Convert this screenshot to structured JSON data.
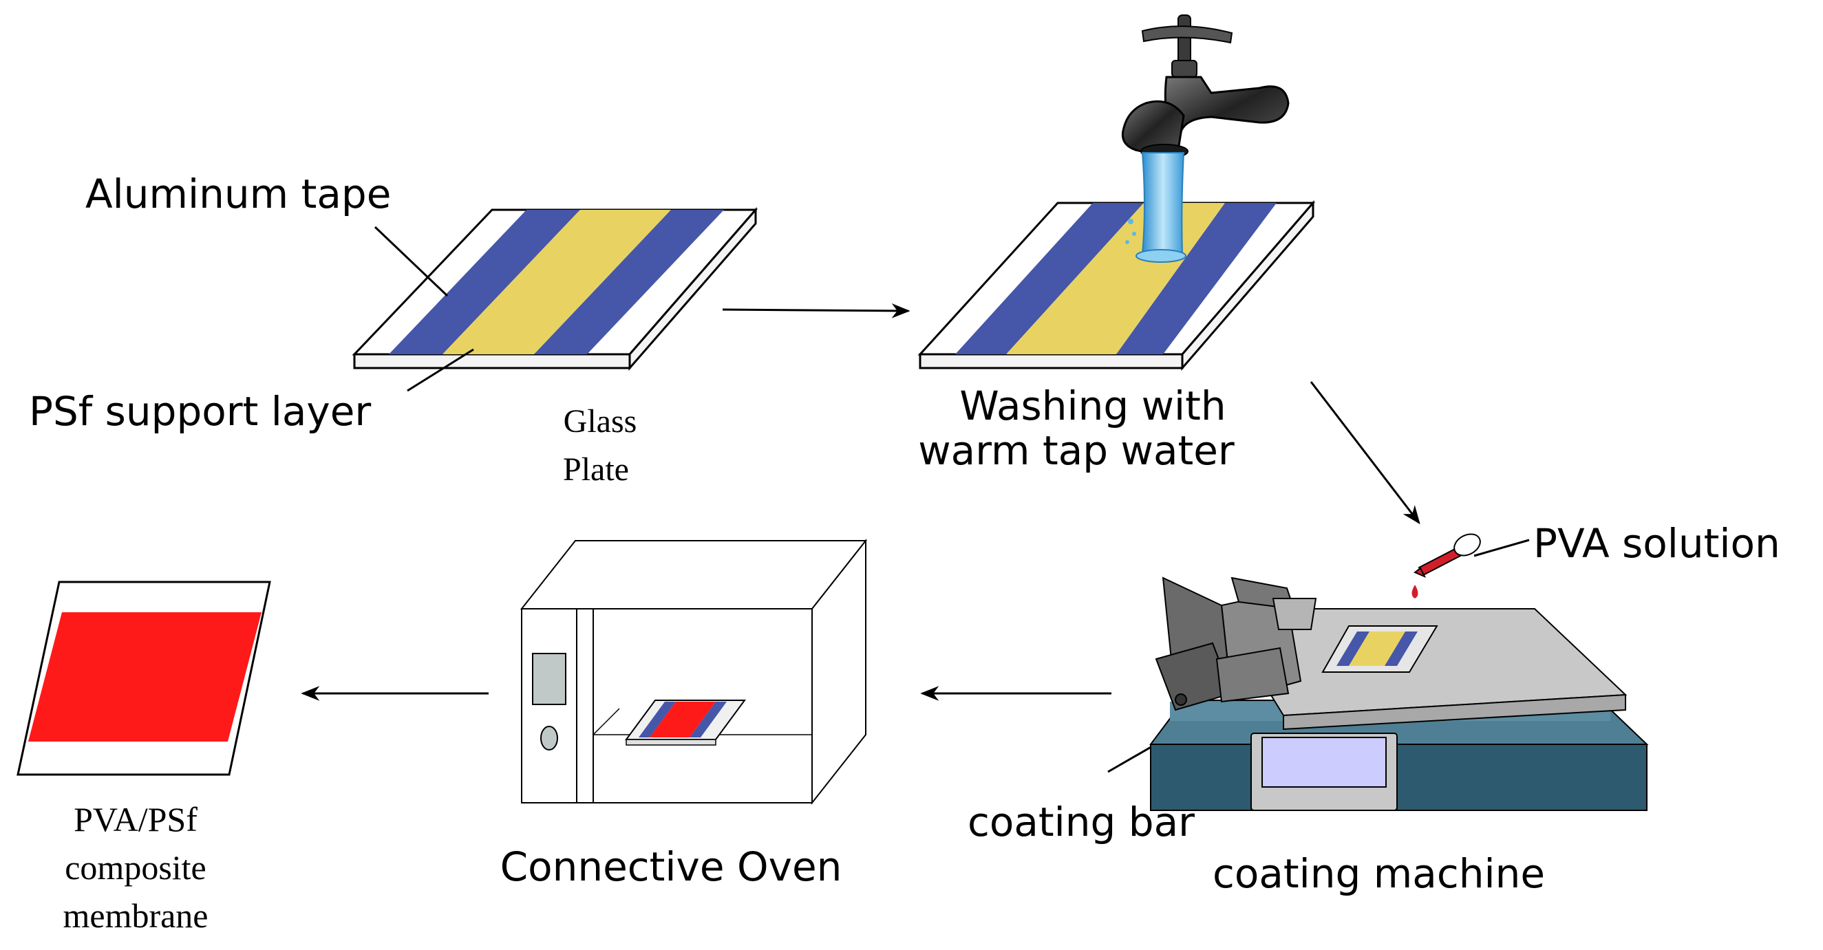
{
  "labels": {
    "aluminum_tape": "Aluminum tape",
    "psf_support_layer": "PSf support layer",
    "glass": "Glass",
    "plate": "Plate",
    "washing_line1": "Washing with",
    "washing_line2": "warm tap water",
    "pva_solution": "PVA solution",
    "coating_bar": "coating bar",
    "coating_machine": "coating machine",
    "connective_oven": "Connective Oven",
    "product_line1": "PVA/PSf",
    "product_line2": "composite",
    "product_line3": "membrane"
  },
  "colors": {
    "tape_blue": "#4656A8",
    "psf_yellow": "#E8D362",
    "pva_red": "#FF1A1A",
    "water_blue": "#5BB8E8",
    "machine_teal": "#4F7F94",
    "machine_gray": "#C8C8C8",
    "outline": "#000000"
  },
  "icons": {
    "faucet": "faucet-icon",
    "dropper": "dropper-icon",
    "oven": "oven-icon",
    "coating_machine": "coating-machine-icon"
  }
}
